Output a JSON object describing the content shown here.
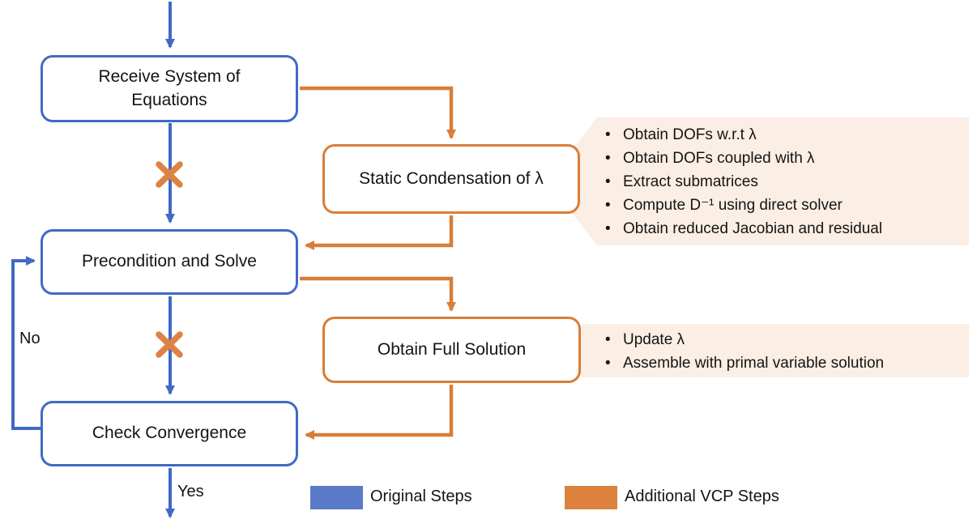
{
  "bullet_char": "•",
  "colors": {
    "original_steps_blue": "#3F6BC5",
    "legend_blue_fill": "#5B79C9",
    "vcp_orange": "#D97D37",
    "legend_orange_fill": "#DC823C",
    "annotation_background": "#FBEEE4"
  },
  "nodes": {
    "receive": {
      "label": "Receive System of\nEquations"
    },
    "static_condensation": {
      "label": "Static Condensation of λ"
    },
    "precondition": {
      "label": "Precondition and Solve"
    },
    "obtain_full_solution": {
      "label": "Obtain Full Solution"
    },
    "check_convergence": {
      "label": "Check Convergence"
    }
  },
  "annotations": {
    "static_condensation": {
      "bullets": [
        "Obtain DOFs w.r.t λ",
        "Obtain DOFs coupled with λ",
        "Extract submatrices",
        "Compute D⁻¹ using direct solver",
        "Obtain reduced Jacobian and residual"
      ]
    },
    "full_solution": {
      "bullets": [
        "Update λ",
        "Assemble with primal variable solution"
      ]
    }
  },
  "edge_labels": {
    "no": "No",
    "yes": "Yes"
  },
  "legend": {
    "original": {
      "label": "Original Steps"
    },
    "vcp": {
      "label": "Additional VCP Steps"
    }
  }
}
